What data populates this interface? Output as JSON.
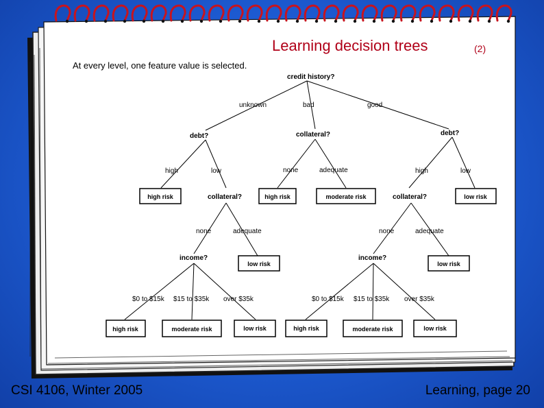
{
  "slide": {
    "title": "Learning decision trees",
    "title_suffix": "(2)",
    "subtitle": "At every level, one feature value is selected.",
    "footer_left": "CSI 4106, Winter 2005",
    "footer_right": "Learning, page 20"
  },
  "tree": {
    "root": "credit history?",
    "root_branches": [
      "unknown",
      "bad",
      "good"
    ],
    "left": {
      "label": "debt?",
      "branches": [
        "high",
        "low"
      ],
      "high_leaf": "high risk",
      "low_node": {
        "label": "collateral?",
        "branches": [
          "none",
          "adequate"
        ],
        "adequate_leaf": "low risk",
        "none_node": {
          "label": "income?",
          "branches": [
            "$0 to $15k",
            "$15 to $35k",
            "over $35k"
          ],
          "leaves": [
            "high risk",
            "moderate risk",
            "low risk"
          ]
        }
      }
    },
    "middle": {
      "label": "collateral?",
      "branches": [
        "none",
        "adequate"
      ],
      "leaves": [
        "high risk",
        "moderate risk"
      ]
    },
    "right": {
      "label": "debt?",
      "branches": [
        "high",
        "low"
      ],
      "low_leaf": "low risk",
      "high_node": {
        "label": "collateral?",
        "branches": [
          "none",
          "adequate"
        ],
        "adequate_leaf": "low risk",
        "none_node": {
          "label": "income?",
          "branches": [
            "$0 to $15k",
            "$15 to $35k",
            "over $35k"
          ],
          "leaves": [
            "high risk",
            "moderate risk",
            "low risk"
          ]
        }
      }
    }
  },
  "colors": {
    "background": "#1f5fd8",
    "paper": "#ffffff",
    "binding": "#c8141e",
    "title": "#b00018"
  }
}
